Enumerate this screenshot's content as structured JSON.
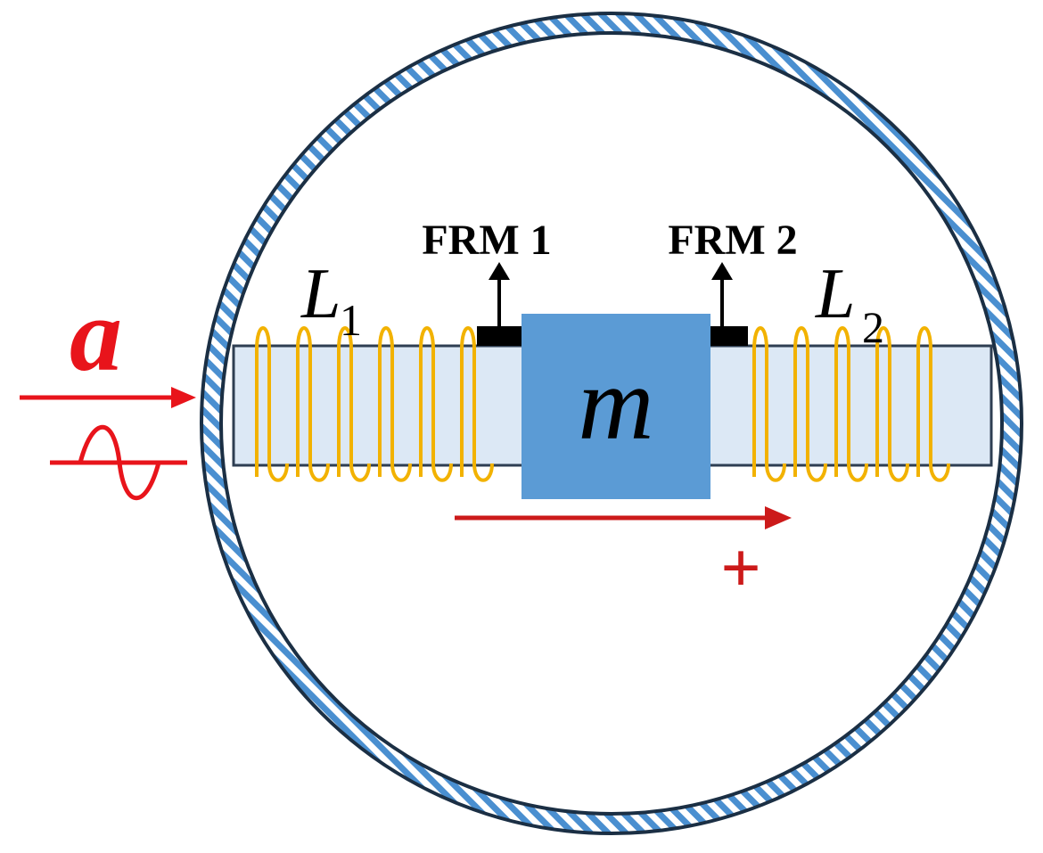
{
  "diagram": {
    "labels": {
      "acceleration": "a",
      "mass": "m",
      "inductor_1": "L",
      "inductor_1_subscript": "1",
      "inductor_2": "L",
      "inductor_2_subscript": "2",
      "sensor_1": "FRM 1",
      "sensor_2": "FRM 2",
      "positive_direction": "+"
    },
    "colors": {
      "housing_stripe_blue": "#4a8fd0",
      "housing_outline": "#1b2f44",
      "rod_fill": "#dce8f5",
      "rod_outline": "#2e3e52",
      "mass_fill": "#5b9bd5",
      "coil": "#f2b200",
      "arrow_red": "#e8141b",
      "sensor_black": "#000000"
    }
  }
}
